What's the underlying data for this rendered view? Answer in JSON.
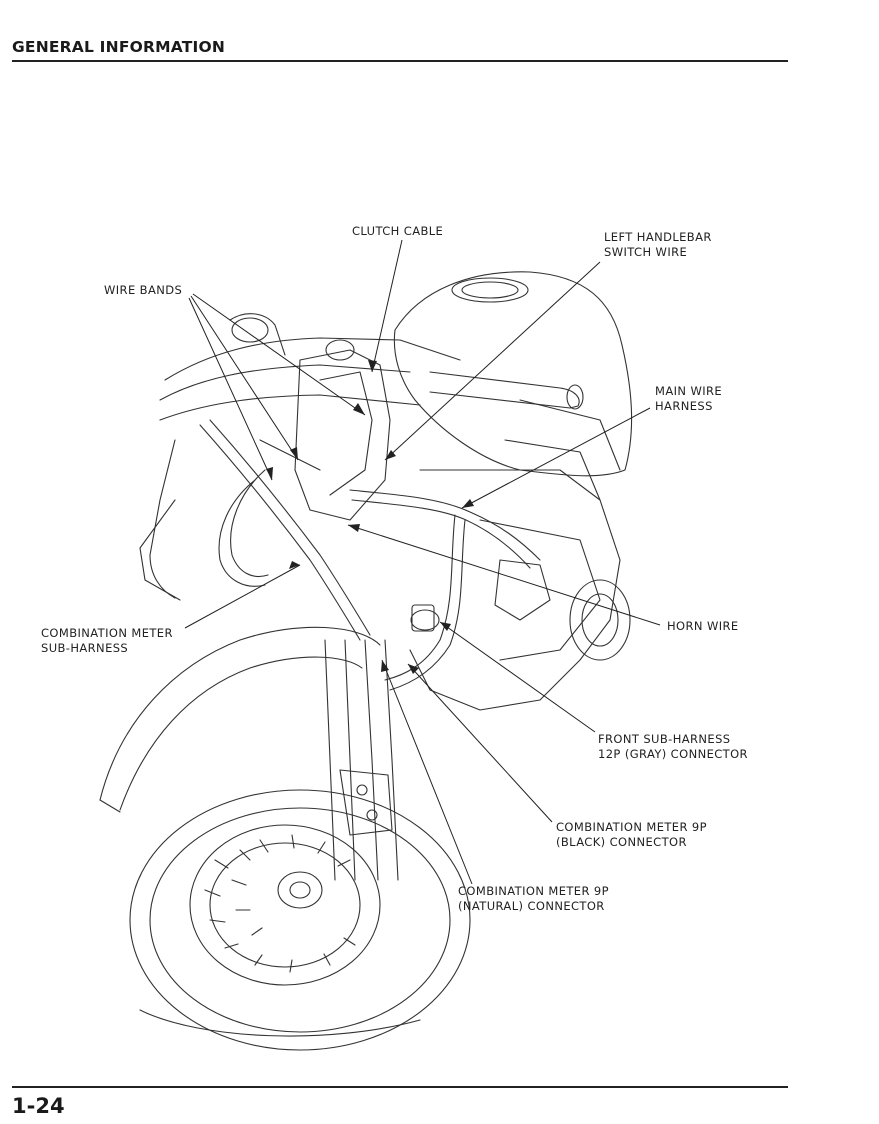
{
  "header": {
    "title": "GENERAL INFORMATION"
  },
  "footer": {
    "page_number": "1-24"
  },
  "callouts": {
    "clutch_cable": {
      "line1": "CLUTCH CABLE"
    },
    "left_handlebar_switch_wire": {
      "line1": "LEFT HANDLEBAR",
      "line2": "SWITCH WIRE"
    },
    "wire_bands": {
      "line1": "WIRE BANDS"
    },
    "main_wire_harness": {
      "line1": "MAIN WIRE",
      "line2": "HARNESS"
    },
    "combination_meter_sub_harness": {
      "line1": "COMBINATION METER",
      "line2": "SUB-HARNESS"
    },
    "horn_wire": {
      "line1": "HORN WIRE"
    },
    "front_sub_harness_connector": {
      "line1": "FRONT SUB-HARNESS",
      "line2": "12P (GRAY) CONNECTOR"
    },
    "combination_meter_black_connector": {
      "line1": "COMBINATION METER 9P",
      "line2": "(BLACK) CONNECTOR"
    },
    "combination_meter_natural_connector": {
      "line1": "COMBINATION METER 9P",
      "line2": "(NATURAL) CONNECTOR"
    }
  }
}
